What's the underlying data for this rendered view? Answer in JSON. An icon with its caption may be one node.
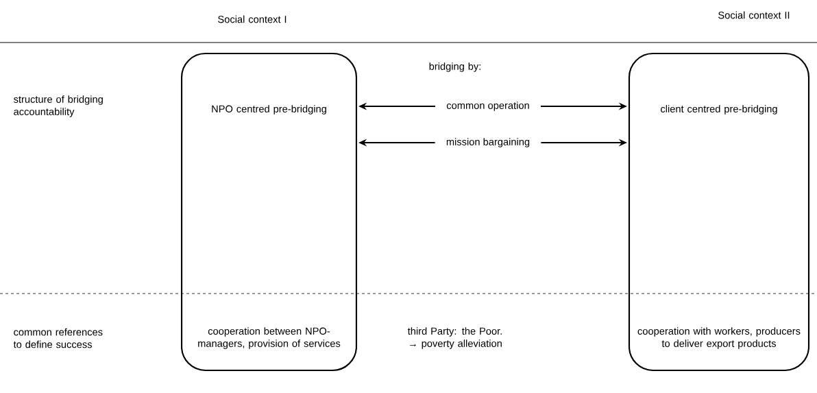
{
  "diagram": {
    "nodes": [
      {
        "text": [
          "NPO centred pre-bridging",
          "cooperation between NPO-managers, provision of services"
        ]
      },
      {
        "text": [
          "client centred pre-bridging",
          "cooperation with workers, producers to deliver export products"
        ]
      },
      {
        "text": [
          "common operation"
        ]
      },
      {
        "text": [
          "mission bargaining"
        ]
      }
    ],
    "edges": [
      {
        "from": 2,
        "to": 0,
        "arrow": "to"
      },
      {
        "from": 2,
        "to": 1,
        "arrow": "to"
      },
      {
        "from": 3,
        "to": 0,
        "arrow": "to"
      },
      {
        "from": 3,
        "to": 1,
        "arrow": "to"
      }
    ],
    "labels": [
      "Social context I",
      "Social context II",
      "bridging by:",
      "structure of bridging accountability",
      "common references to define success",
      "third Party: the Poor. → poverty alleviation"
    ]
  }
}
